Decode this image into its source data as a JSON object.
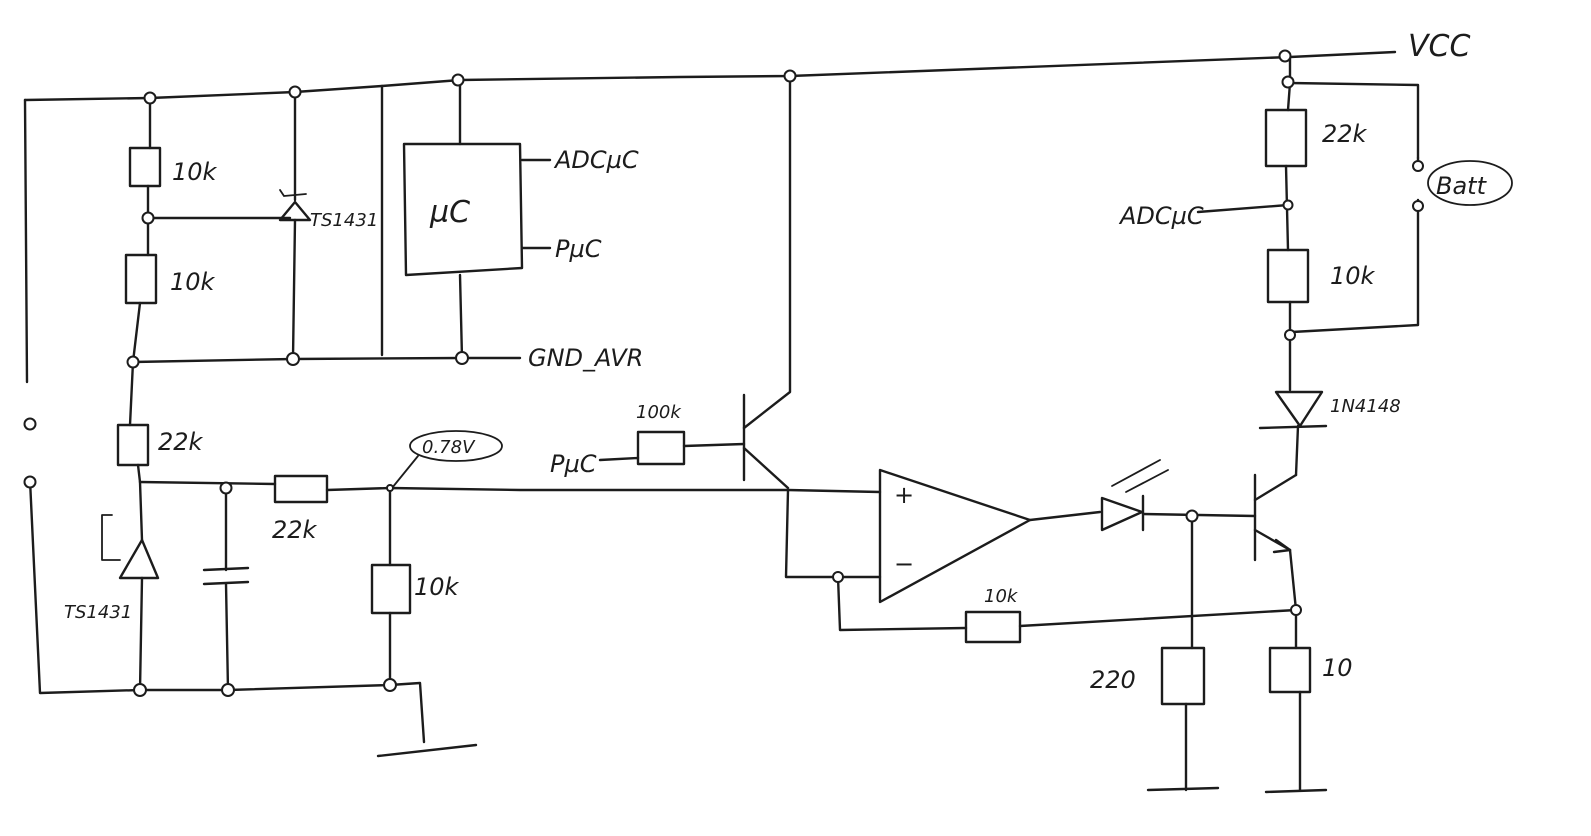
{
  "labels": {
    "vcc": "VCC",
    "gnd_avr": "GND_AVR",
    "mcu": "µC",
    "adc_mc_out": "ADCµC",
    "p_mc_out": "PµC",
    "adc_mc_in": "ADCµC",
    "p_mc_in": "PµC",
    "batt": "Batt",
    "r_10k_top": "10k",
    "r_10k_mid": "10k",
    "r_22k_left": "22k",
    "r_22k_series": "22k",
    "r_10k_divider": "10k",
    "tl431_upper": "TS1431",
    "tl431_lower": "TS1431",
    "v_ref": "0.78V",
    "r_100k": "100k",
    "r_22k_right": "22k",
    "r_10k_right": "10k",
    "diode": "1N4148",
    "r_10k_feedback": "10k",
    "r_220": "220",
    "r_10": "10",
    "opamp_plus": "+",
    "opamp_minus": "−"
  }
}
